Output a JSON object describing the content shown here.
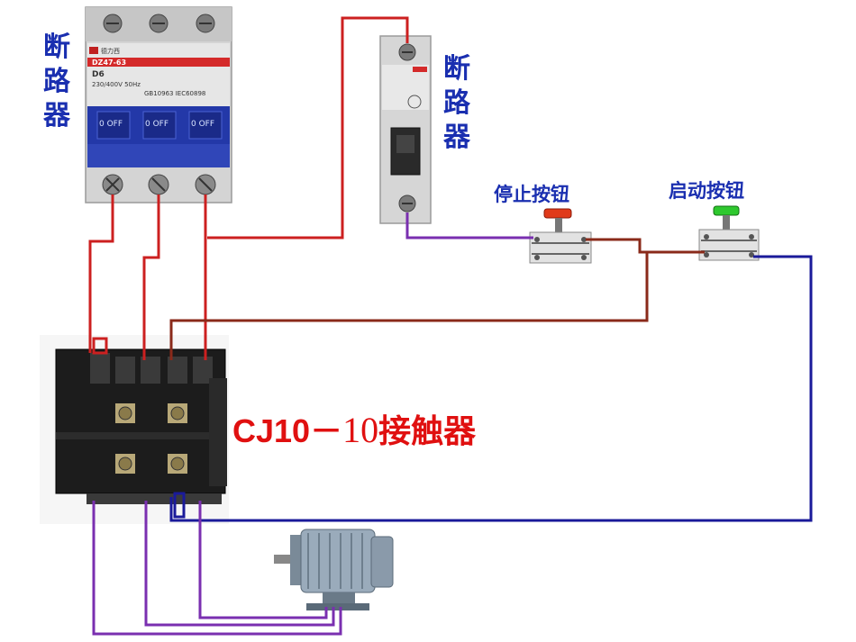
{
  "labels": {
    "breaker_main": "断路器",
    "breaker_ctrl": "断路器",
    "stop_button": "停止按钮",
    "start_button": "启动按钮",
    "contactor_prefix": "CJ10－",
    "contactor_num": "10",
    "contactor_suffix": "接触器"
  },
  "breaker_main_plate": {
    "brand": "德力西",
    "model": "DZ47-63",
    "rating": "D6",
    "voltage": "230/400V  50Hz",
    "standard": "GB10963  IEC60898",
    "switch_off": "0 OFF"
  },
  "colors": {
    "line_red": "#cc2020",
    "line_purple": "#7a2fb0",
    "line_brown": "#7a4a1a",
    "line_blue": "#1a1a9a",
    "label_blue": "#1a2fb0",
    "title_red": "#e01010",
    "breaker_blue": "#2338a8",
    "stop_red": "#e03a1a",
    "start_green": "#2ec82e"
  }
}
